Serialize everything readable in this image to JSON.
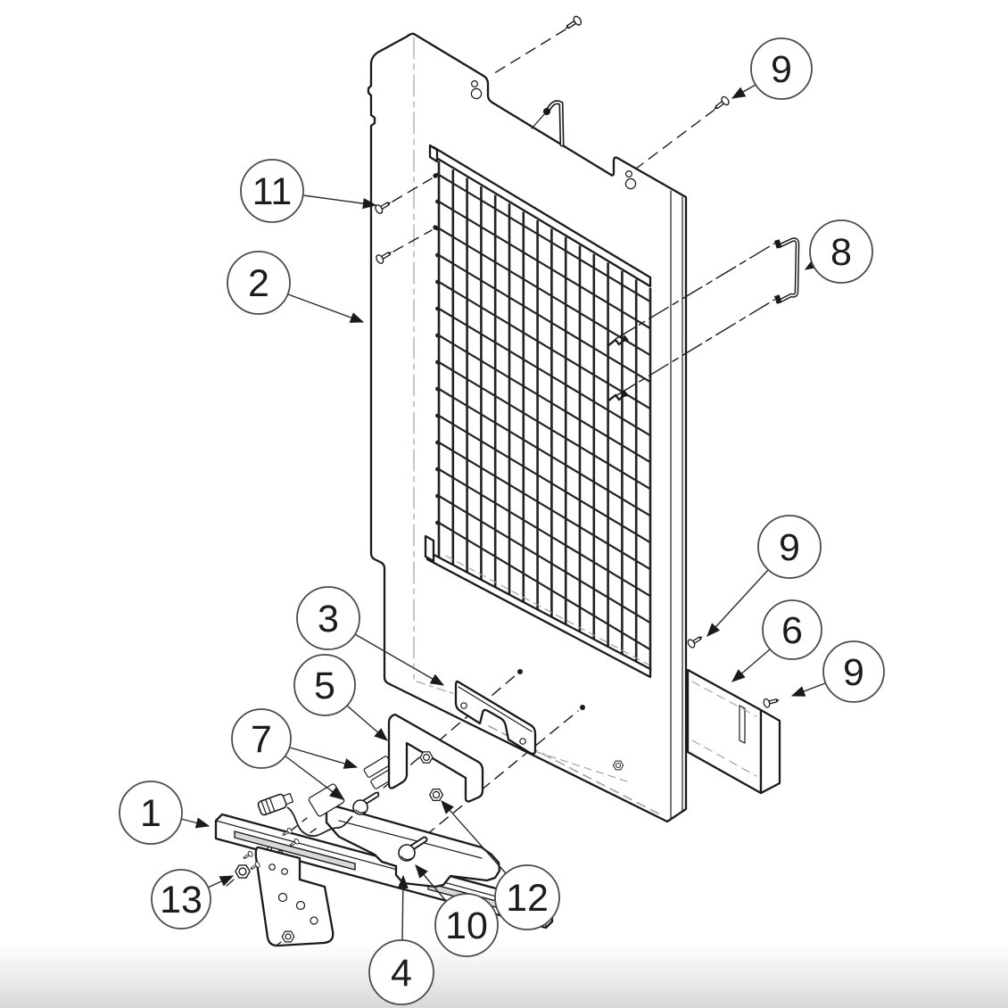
{
  "figure": {
    "kind": "exploded-parts-assembly-diagram",
    "background_color": "#ffffff",
    "line_color": "#1a1a1a",
    "hidden_line_color": "#a3a3a3",
    "callout_ring_color": "#4b4b4b",
    "callout_text_color": "#1c1c1c"
  },
  "callouts": [
    {
      "id": "callout-11",
      "label": "11"
    },
    {
      "id": "callout-2",
      "label": "2"
    },
    {
      "id": "callout-9-top",
      "label": "9"
    },
    {
      "id": "callout-8",
      "label": "8"
    },
    {
      "id": "callout-9-mid",
      "label": "9"
    },
    {
      "id": "callout-6",
      "label": "6"
    },
    {
      "id": "callout-9-low",
      "label": "9"
    },
    {
      "id": "callout-3",
      "label": "3"
    },
    {
      "id": "callout-5",
      "label": "5"
    },
    {
      "id": "callout-7",
      "label": "7"
    },
    {
      "id": "callout-1",
      "label": "1"
    },
    {
      "id": "callout-13",
      "label": "13"
    },
    {
      "id": "callout-12",
      "label": "12"
    },
    {
      "id": "callout-10",
      "label": "10"
    },
    {
      "id": "callout-4",
      "label": "4"
    }
  ]
}
